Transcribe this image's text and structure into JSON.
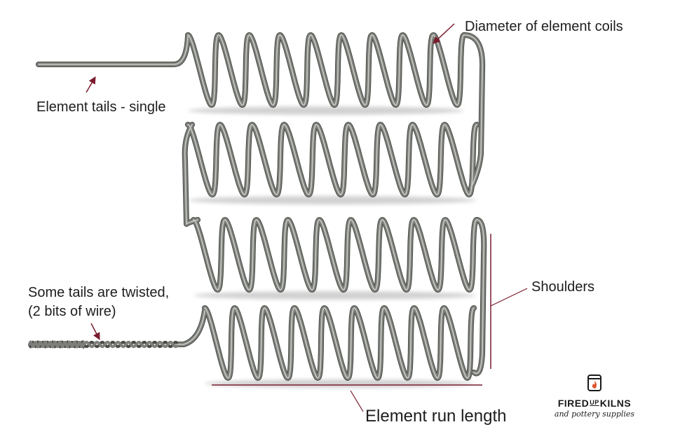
{
  "labels": {
    "diameter": "Diameter of element coils",
    "tails_single": "Element tails - single",
    "tails_twisted_line1": "Some tails are twisted,",
    "tails_twisted_line2": "(2 bits of wire)",
    "shoulders": "Shoulders",
    "run_length": "Element run length"
  },
  "logo": {
    "name_left": "FIRED",
    "name_sup": "UP",
    "name_right": "KILNS",
    "tagline": "and pottery supplies",
    "icon": "kiln-flame-icon"
  },
  "colors": {
    "wire": "#7d7f7a",
    "wire_highlight": "#c9cbc6",
    "wire_shadow": "#4a4b48",
    "arrow": "#7a1c2e",
    "text": "#1d1d1d",
    "flame": "#e0522a"
  },
  "diagram": {
    "coil_rows": 4,
    "turns_per_row": 9
  }
}
